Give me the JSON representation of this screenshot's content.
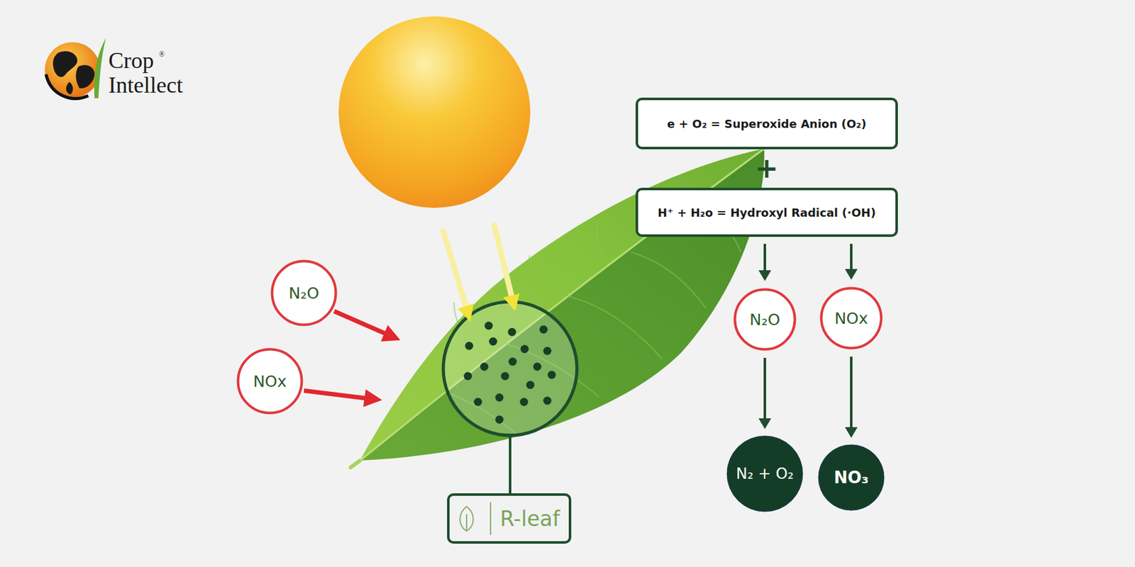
{
  "diagram": {
    "nodes": [
      {
        "text": [
          "e + O₂ = Superoxide Anion (O₂)"
        ]
      },
      {
        "text": [
          "H⁺ + H₂o = Hydroxyl Radical (·OH)"
        ]
      },
      {
        "text": [
          "N₂O"
        ]
      },
      {
        "text": [
          "NOx"
        ]
      },
      {
        "text": [
          "N₂O"
        ]
      },
      {
        "text": [
          "NOx"
        ]
      },
      {
        "text": [
          "N₂ + O₂"
        ]
      },
      {
        "text": [
          "NO₃"
        ]
      },
      {
        "text": [
          "R-leaf"
        ]
      }
    ],
    "edges": [
      {
        "from": 1,
        "to": 4,
        "arrow": "to"
      },
      {
        "from": 1,
        "to": 5,
        "arrow": "to"
      },
      {
        "from": 4,
        "to": 6,
        "arrow": "to"
      },
      {
        "from": 5,
        "to": 7,
        "arrow": "to"
      }
    ],
    "labels": [
      "Crop",
      "®",
      "Intellect",
      "+"
    ]
  }
}
